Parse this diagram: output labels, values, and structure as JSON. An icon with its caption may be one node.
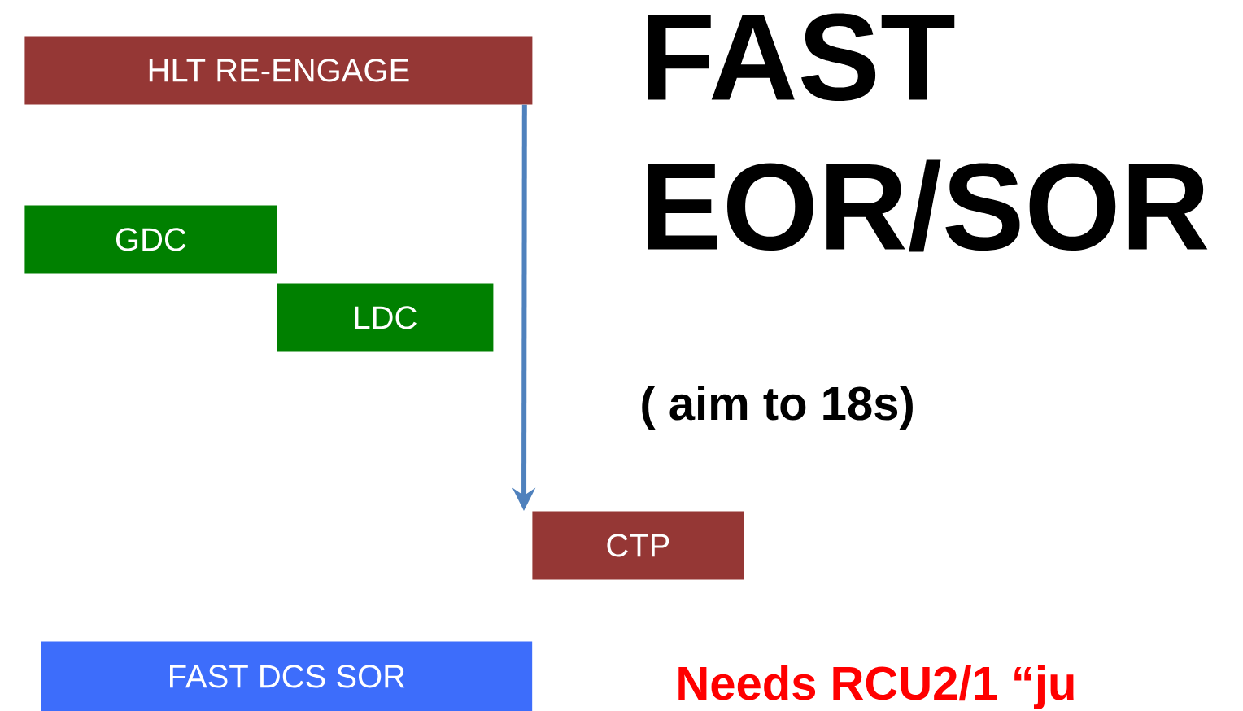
{
  "diagram": {
    "title": "FAST EOR/SOR",
    "nodes": [
      {
        "text": [
          "HLT RE-ENGAGE"
        ]
      },
      {
        "text": [
          "GDC"
        ]
      },
      {
        "text": [
          "LDC"
        ]
      },
      {
        "text": [
          "CTP"
        ]
      },
      {
        "text": [
          "FAST DCS SOR"
        ]
      }
    ],
    "edges": [
      {
        "from": 0,
        "to": 3,
        "arrow": "to"
      }
    ],
    "labels": [
      "( aim to 18s)",
      "Needs RCU2/1 “ju"
    ]
  }
}
